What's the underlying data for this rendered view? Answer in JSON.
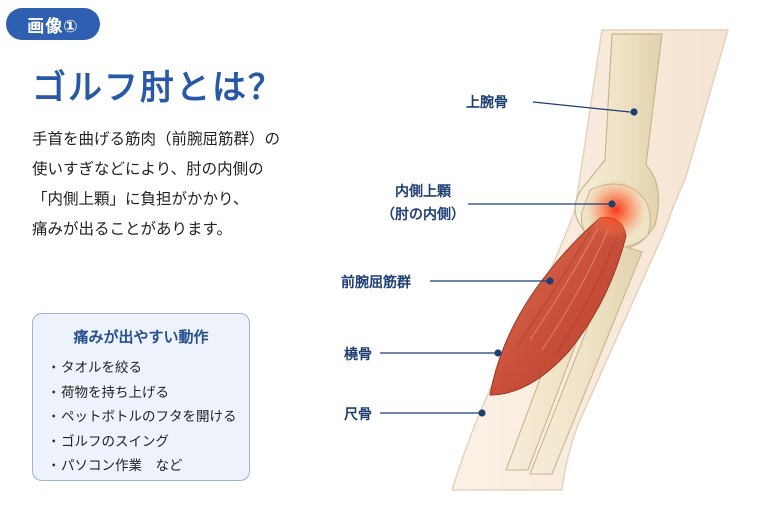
{
  "badge": "画像①",
  "title": "ゴルフ肘とは？",
  "description": [
    "手首を曲げる筋肉（前腕屈筋群）の",
    "使いすぎなどにより、肘の内側の",
    "「内側上顆」に負担がかかり、",
    "痛みが出ることがあります。"
  ],
  "painbox": {
    "title": "痛みが出やすい動作",
    "bullet": "・",
    "items": [
      "タオルを絞る",
      "荷物を持ち上げる",
      "ペットボトルのフタを開ける",
      "ゴルフのスイング",
      "パソコン作業　など"
    ]
  },
  "labels": {
    "humerus": "上腕骨",
    "medial_epicondyle_1": "内側上顆",
    "medial_epicondyle_2": "（肘の内側）",
    "flexors": "前腕屈筋群",
    "radius": "橈骨",
    "ulna": "尺骨"
  },
  "colors": {
    "accent": "#2858a8",
    "badge": "#2f5fb0",
    "pain": "#ff3a1a",
    "muscle": "#c8523a",
    "bone": "#efe3c8"
  }
}
